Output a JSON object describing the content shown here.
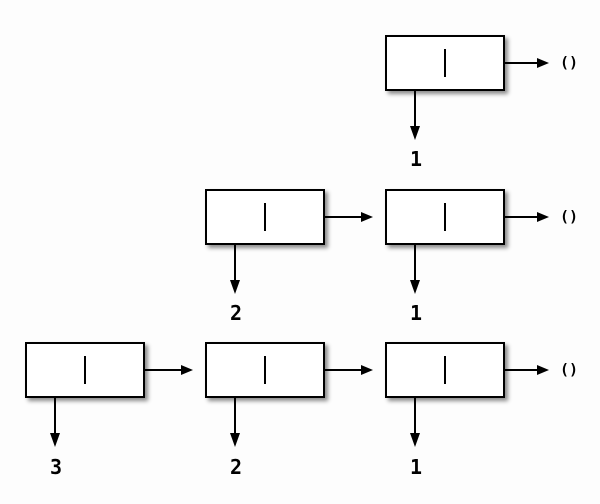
{
  "figure": {
    "background_color": "#fdfdfd",
    "box_fill_color": "#ffffff",
    "line_color": "#000000",
    "description": "box-and-pointer cons cell diagrams"
  },
  "diagrams": [
    {
      "id": "list-1",
      "nil": "()",
      "cells": [
        {
          "car": "1"
        }
      ]
    },
    {
      "id": "list-2-1",
      "nil": "()",
      "cells": [
        {
          "car": "2"
        },
        {
          "car": "1"
        }
      ]
    },
    {
      "id": "list-3-2-1",
      "nil": "()",
      "cells": [
        {
          "car": "3"
        },
        {
          "car": "2"
        },
        {
          "car": "1"
        }
      ]
    }
  ]
}
